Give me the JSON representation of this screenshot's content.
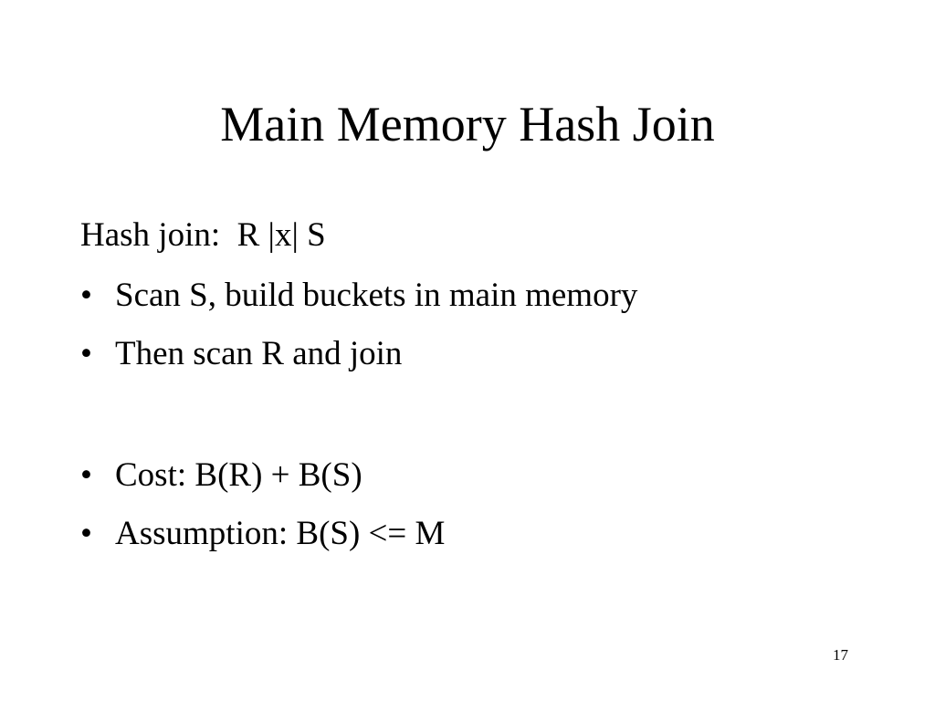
{
  "slide": {
    "title": "Main Memory Hash Join",
    "intro": "Hash join:  R |x| S",
    "bullet_marker": "•",
    "bullets": [
      "Scan S, build buckets in main memory",
      "Then scan R and join",
      "Cost: B(R) + B(S)",
      "Assumption: B(S) <= M"
    ],
    "page_number": "17"
  }
}
